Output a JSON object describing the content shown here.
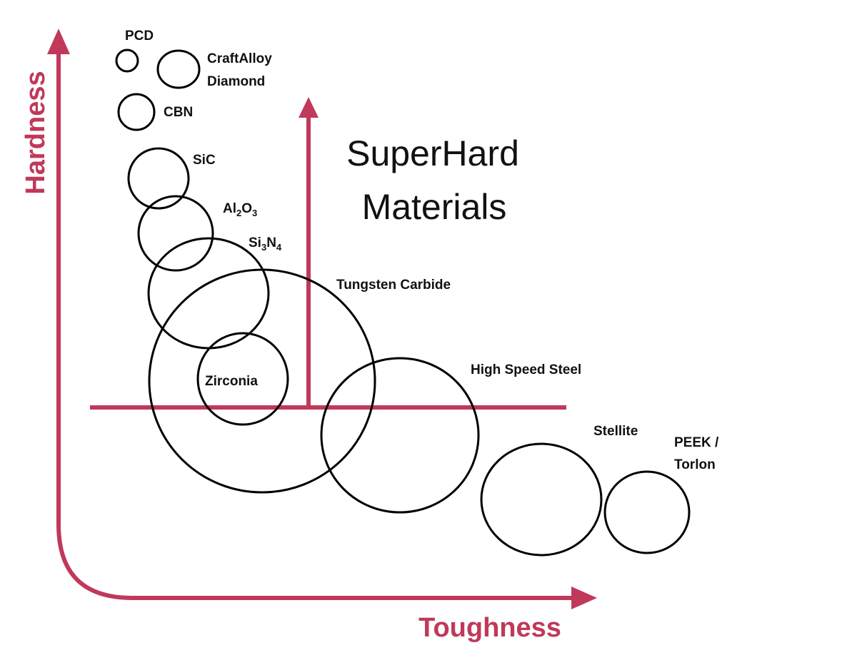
{
  "accent_color": "#c0395a",
  "title": {
    "line1": "SuperHard",
    "line2": "Materials"
  },
  "axes": {
    "y_label": "Hardness",
    "x_label": "Toughness"
  },
  "labels": {
    "pcd": "PCD",
    "craftalloy_line1": "CraftAlloy",
    "craftalloy_line2": "Diamond",
    "cbn": "CBN",
    "sic": "SiC",
    "al2o3": {
      "a": "Al",
      "b": "2",
      "c": "O",
      "d": "3"
    },
    "si3n4": {
      "a": "Si",
      "b": "3",
      "c": "N",
      "d": "4"
    },
    "tungsten_carbide": "Tungsten Carbide",
    "zirconia": "Zirconia",
    "high_speed_steel": "High Speed Steel",
    "stellite": "Stellite",
    "peek_line1": "PEEK /",
    "peek_line2": "Torlon"
  }
}
